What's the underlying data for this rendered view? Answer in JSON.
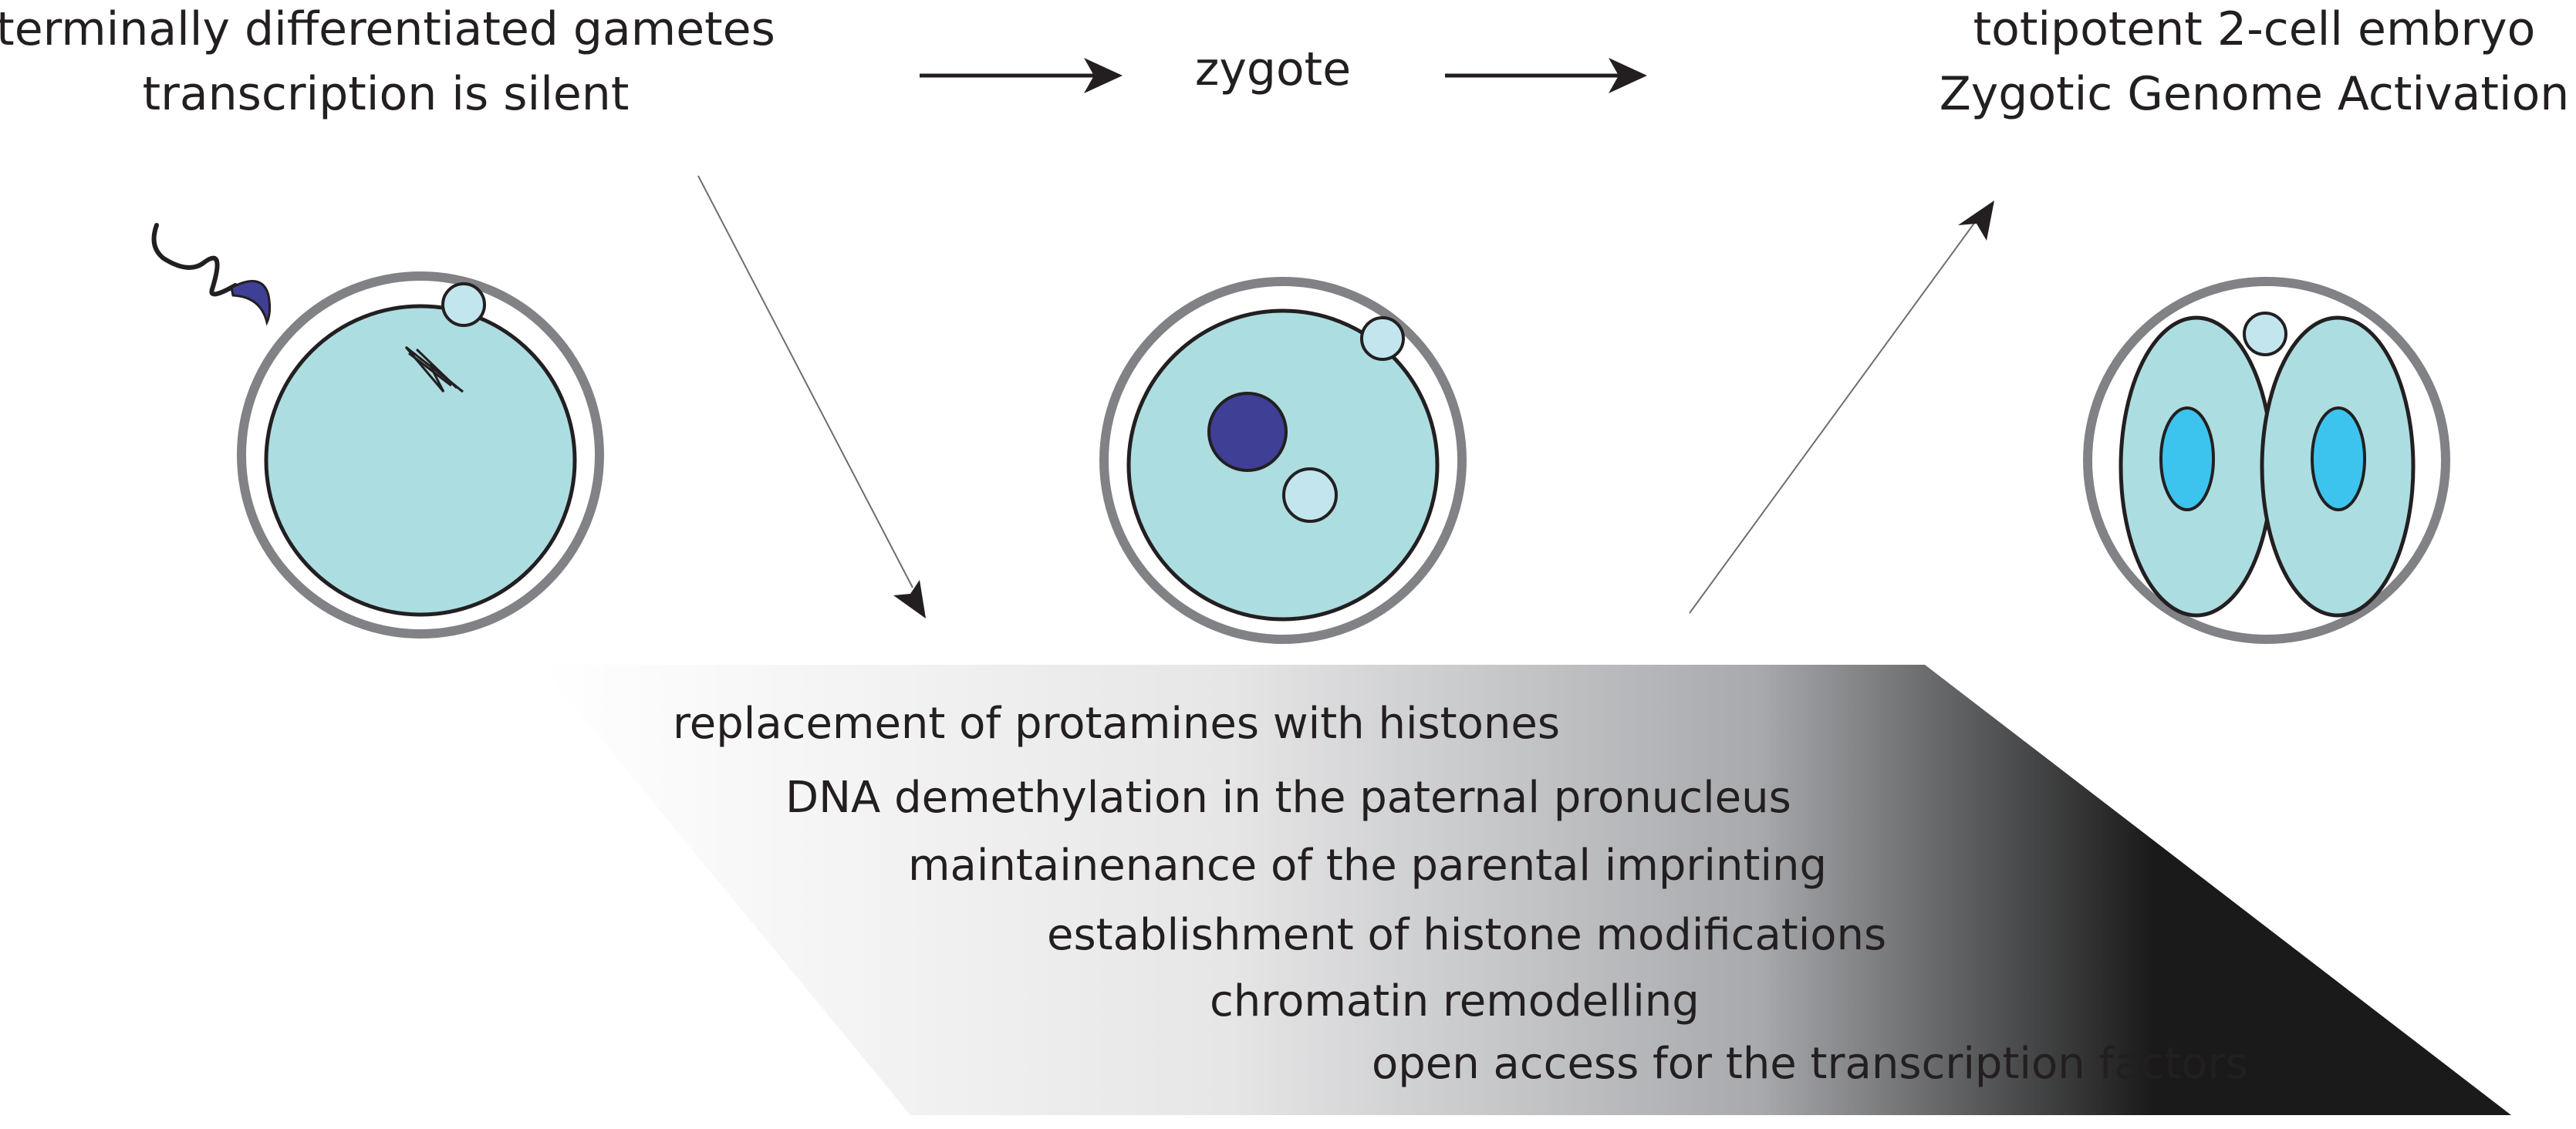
{
  "stages": {
    "gametes": {
      "line1": "terminally differentiated gametes",
      "line2": "transcription is silent"
    },
    "zygote": {
      "label": "zygote"
    },
    "embryo": {
      "line1": "totipotent 2-cell embryo",
      "line2": "Zygotic Genome Activation"
    }
  },
  "reprogramming_steps": [
    "replacement of protamines with histones",
    "DNA demethylation in the paternal pronucleus",
    "maintainenance of the parental imprinting",
    "establishment of histone modifications",
    "chromatin remodelling",
    "open access for the transcription factors"
  ],
  "colors": {
    "cytoplasm": "#acdde1",
    "zona": "#808285",
    "outline": "#231f20",
    "polar_body": "#c3e6ee",
    "paternal_pronucleus": "#3f3f96",
    "nucleus": "#3cc4ee",
    "sperm_head": "#3f3f96",
    "gradient_dark": "#1a1a1a"
  }
}
